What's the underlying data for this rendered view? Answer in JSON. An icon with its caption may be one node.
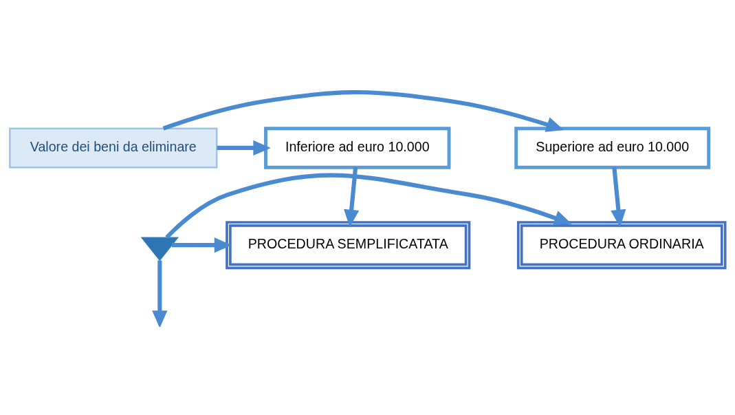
{
  "diagram": {
    "nodes": [
      {
        "text": [
          "Superiore ad euro 10.000"
        ]
      },
      {
        "text": [
          "Valore dei beni da eliminare"
        ]
      },
      {
        "text": [
          "Inferiore ad euro 10.000"
        ]
      },
      {
        "text": [
          "PROCEDURA ORDINARIA"
        ]
      },
      {
        "text": [],
        "shape": "arrow"
      },
      {
        "text": [
          "PROCEDURA SEMPLIFICATATA"
        ]
      }
    ],
    "edges": [
      {
        "from": 1,
        "to": 0,
        "arrow": "to"
      },
      {
        "from": 1,
        "to": 2,
        "arrow": "to"
      },
      {
        "from": 0,
        "to": 3,
        "arrow": "to"
      },
      {
        "from": 2,
        "to": 5,
        "arrow": "to"
      },
      {
        "from": 4,
        "to": 3,
        "arrow": "to"
      },
      {
        "from": 4,
        "to": 5,
        "arrow": "to"
      },
      {
        "from": 4,
        "to": null,
        "arrow": "to"
      }
    ]
  }
}
